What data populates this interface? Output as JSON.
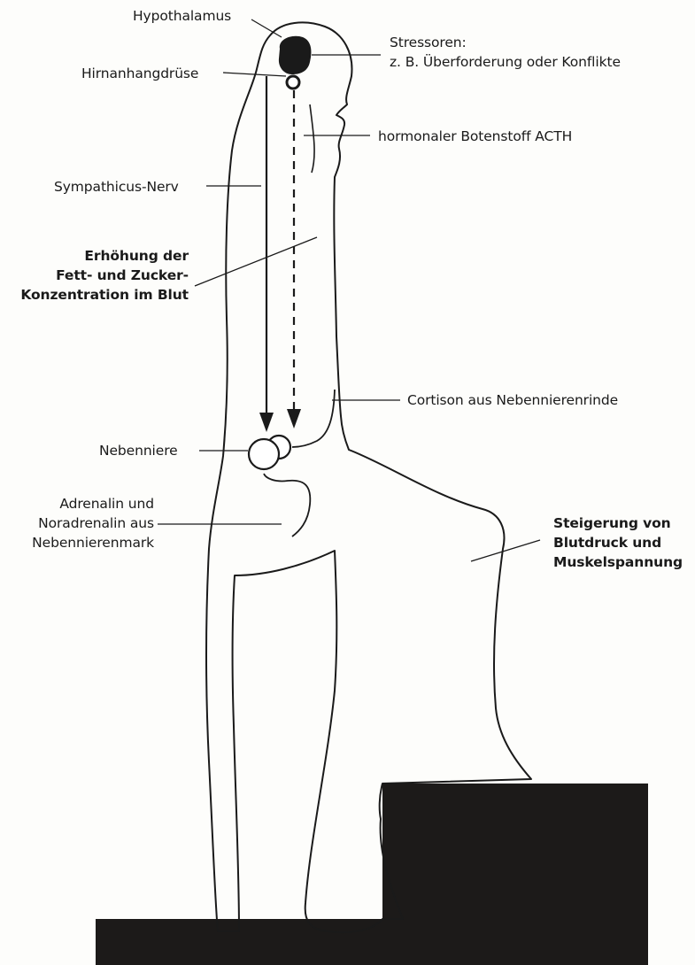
{
  "labels": {
    "hypothalamus": "Hypothalamus",
    "hirnanhangdruese": "Hirnanhangdrüse",
    "stressoren": [
      "Stressoren:",
      "z. B. Überforderung oder Konflikte"
    ],
    "acth": "hormonaler Botenstoff ACTH",
    "sympathicus": "Sympathicus-Nerv",
    "fett_zucker": [
      "Erhöhung der",
      "Fett- und Zucker-",
      "Konzentration im Blut"
    ],
    "cortison": "Cortison aus Nebennierenrinde",
    "nebenniere": "Nebenniere",
    "adrenalin": [
      "Adrenalin und",
      "Noradrenalin aus",
      "Nebennierenmark"
    ],
    "blutdruck": [
      "Steigerung von",
      "Blutdruck und",
      "Muskelspannung"
    ]
  },
  "colors": {
    "ink": "#1a1a1a",
    "step": "#1c1a19",
    "paper": "#fdfdfb"
  }
}
